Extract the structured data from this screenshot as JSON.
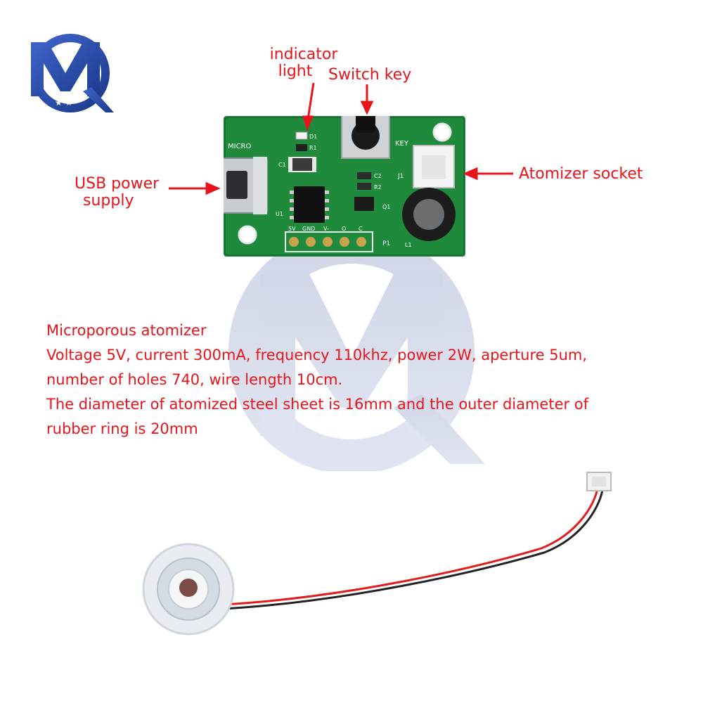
{
  "logo": {
    "letters": "MQ"
  },
  "callouts": {
    "indicator_line1": "indicator",
    "indicator_line2": "light",
    "switch_key": "Switch key",
    "usb_line1": "USB power",
    "usb_line2": "supply",
    "atomizer_socket": "Atomizer socket"
  },
  "board_silkscreen": {
    "micro": "MICRO",
    "key": "KEY",
    "d1": "D1",
    "r1": "R1",
    "c1": "C1",
    "c2": "C2",
    "r2": "R2",
    "j1": "J1",
    "q1": "Q1",
    "u1": "U1",
    "l1": "L1",
    "p1": "P1",
    "pins": [
      "5V",
      "GND",
      "V-",
      "O",
      "C"
    ]
  },
  "specs": {
    "line1": "Microporous atomizer",
    "line2": "Voltage 5V, current 300mA, frequency 110khz, power 2W, aperture 5um,",
    "line3": "number of holes 740, wire length 10cm.",
    "line4": "The diameter of atomized steel sheet is 16mm and the outer diameter of",
    "line5": "rubber ring is 20mm"
  },
  "colors": {
    "annotation_red": "#e8141b",
    "pcb_green": "#1f8a3c",
    "logo_blue": "#2a4aa8",
    "watermark": "#b9c4dc"
  }
}
